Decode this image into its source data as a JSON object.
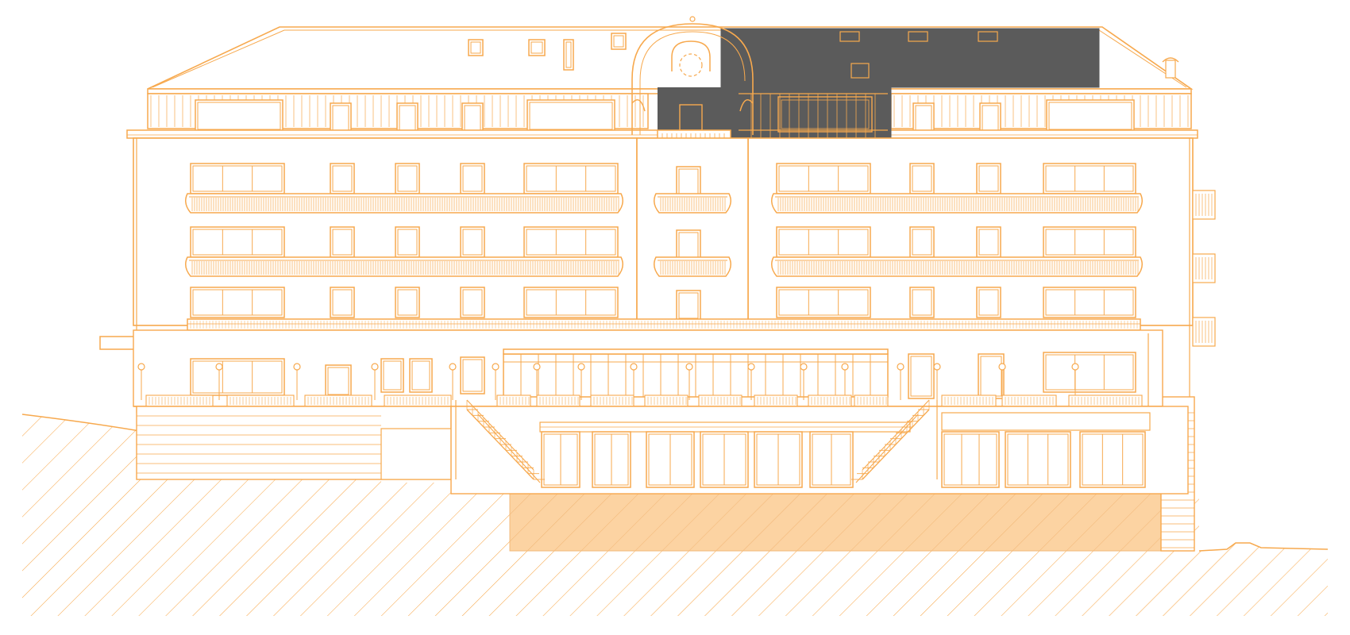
{
  "drawing": {
    "type": "architectural-elevation",
    "subject": "hotel-facade",
    "colors": {
      "line": "#f7a94e",
      "highlight": "#5b5b5b",
      "foundation_fill": "#fcd3a2",
      "background": "#ffffff"
    },
    "floors": {
      "typical_upper_floors": 3,
      "roof_storey": 1,
      "terrace_level": 1,
      "ground_level": 1
    },
    "highlighted_area": "roof-storey-extension",
    "staircases": 2
  }
}
